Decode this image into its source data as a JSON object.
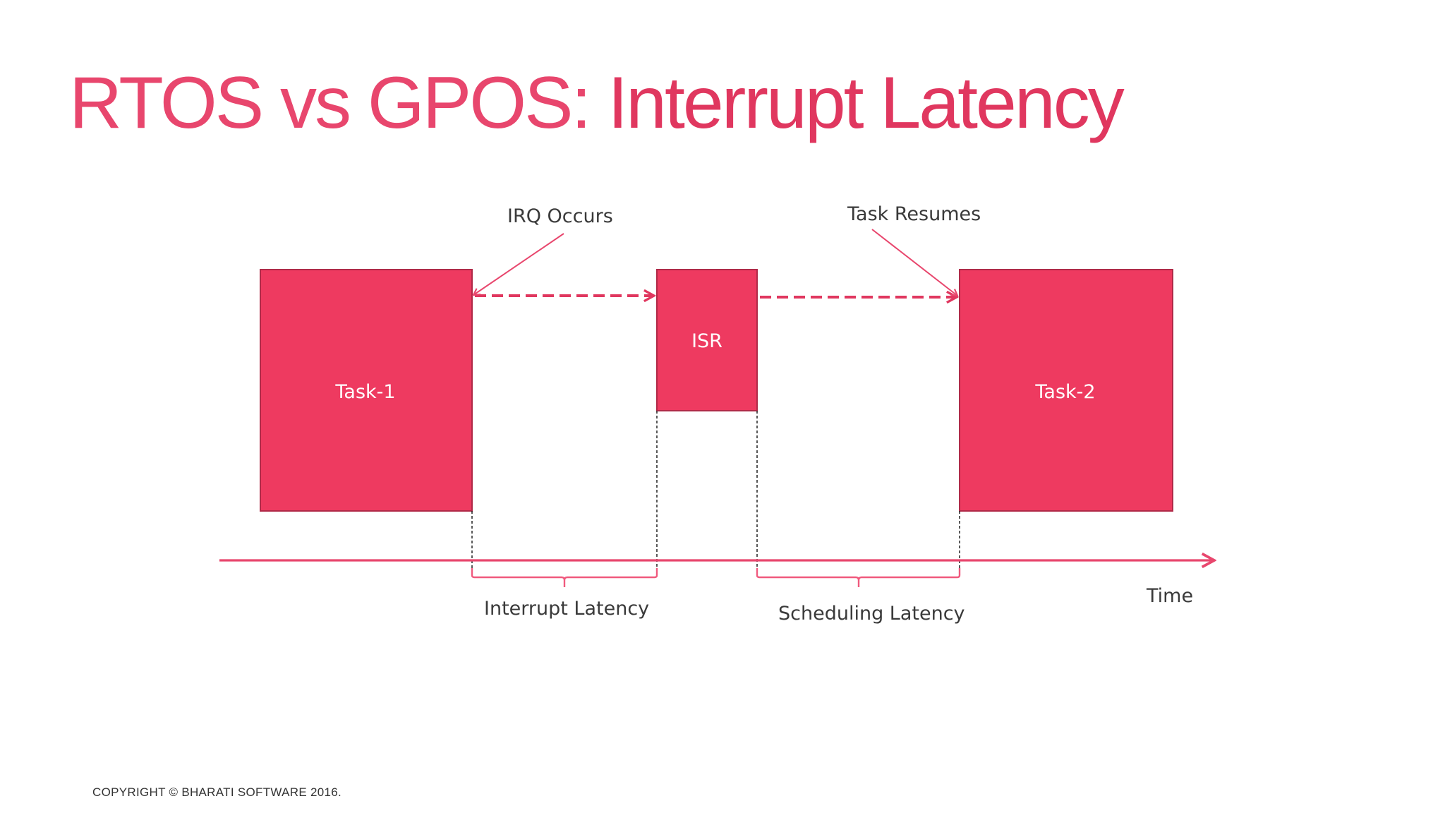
{
  "slide": {
    "title_lead": "RTOS vs GPOS: ",
    "title_emphasis": "Interrupt Latency",
    "copyright": "COPYRIGHT © BHARATI SOFTWARE 2016."
  },
  "diagram": {
    "blocks": {
      "task1": "Task-1",
      "isr": "ISR",
      "task2": "Task-2"
    },
    "events": {
      "irq_occurs": "IRQ Occurs",
      "task_resumes": "Task Resumes"
    },
    "intervals": {
      "interrupt_latency": "Interrupt Latency",
      "scheduling_latency": "Scheduling Latency"
    },
    "axis_label": "Time"
  },
  "colors": {
    "title": "#e8466d",
    "block_fill": "#ee3a60",
    "block_border": "#b02a48",
    "arrow": "#e8466d",
    "brace": "#f05a7e"
  }
}
